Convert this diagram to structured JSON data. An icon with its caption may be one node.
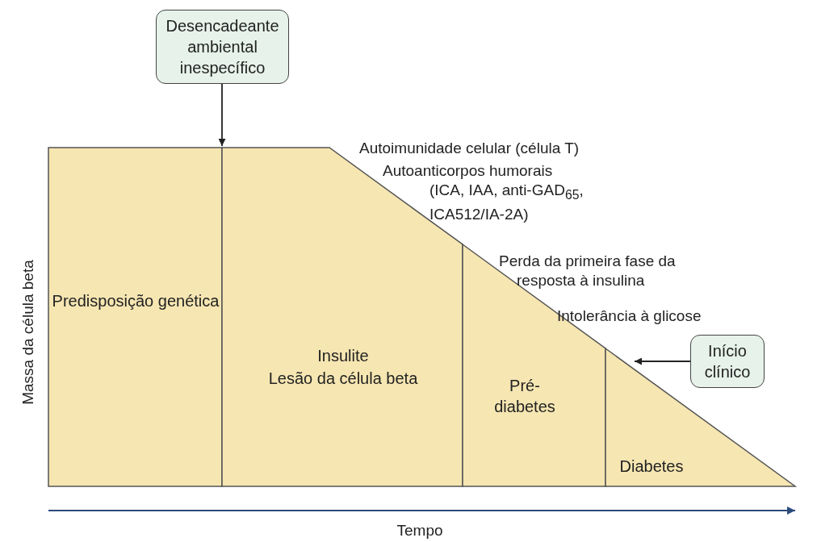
{
  "diagram": {
    "nodes": [
      {
        "text": [
          "Desencadeante ambiental inespecífico"
        ]
      },
      {
        "text": [
          "Predisposição genética"
        ]
      },
      {
        "text": [
          "Insulite",
          "Lesão da célula beta"
        ]
      },
      {
        "text": [
          "Pré-diabetes"
        ]
      },
      {
        "text": [
          "Diabetes"
        ]
      },
      {
        "text": [
          "Início clínico"
        ]
      }
    ],
    "edges": [
      {
        "from": 0,
        "to": 1,
        "arrow": "to"
      },
      {
        "from": 5,
        "to": 4,
        "arrow": "to"
      }
    ],
    "labels": [
      "Autoimunidade celular (célula T)",
      "Autoanticorpos humorais (ICA, IAA, anti-GAD$_{65}$, ICA512/IA-2A)",
      "Perda da primeira fase da resposta à insulina",
      "Intolerância à glicose",
      "Massa da célula beta",
      "Tempo"
    ]
  }
}
